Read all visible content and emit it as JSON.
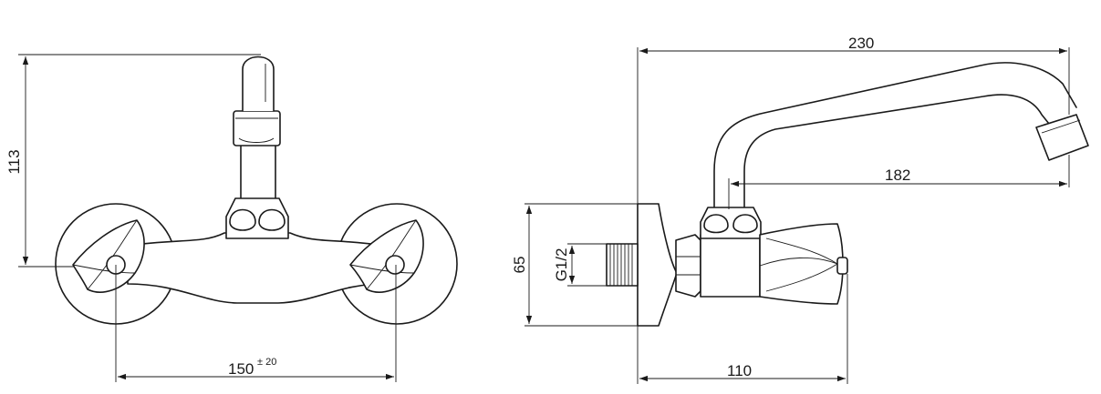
{
  "dimensions": {
    "height": "113",
    "spacing": "150",
    "spacing_tolerance": "± 20",
    "spout_length": "230",
    "spout_reach": "182",
    "depth": "110",
    "body_height": "65",
    "thread": "G1/2"
  }
}
